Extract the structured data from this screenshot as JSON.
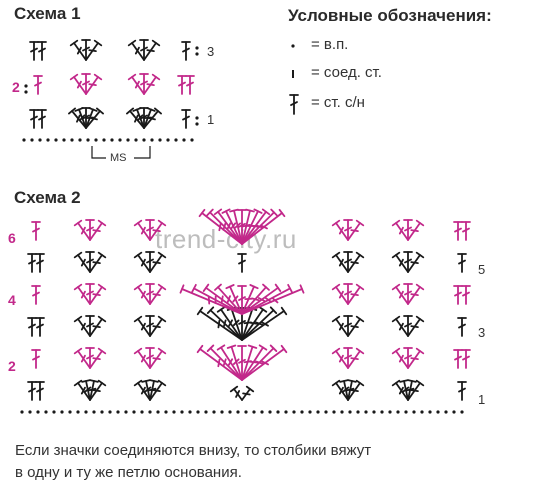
{
  "scheme1": {
    "title": "Схема 1",
    "row_labels": {
      "r1": "1",
      "r2": "2",
      "r3": "3"
    },
    "ms_label": "MS"
  },
  "legend": {
    "title": "Условные обозначения:",
    "items": [
      {
        "symbol": "chain-dot-symbol",
        "text": "= в.п."
      },
      {
        "symbol": "slip-stitch-symbol",
        "text": "= соед. ст."
      },
      {
        "symbol": "double-crochet-symbol",
        "text": "= ст. с/н"
      }
    ]
  },
  "scheme2": {
    "title": "Схема 2",
    "row_labels": {
      "r1": "1",
      "r2": "2",
      "r3": "3",
      "r4": "4",
      "r5": "5",
      "r6": "6"
    }
  },
  "watermark": "trend-city.ru",
  "caption": {
    "line1": "Если значки соединяются внизу, то столбики вяжут",
    "line2": "в одну и ту же петлю основания."
  },
  "colors": {
    "pink": "#c2288a",
    "black": "#1a1a1a",
    "text": "#333333"
  }
}
